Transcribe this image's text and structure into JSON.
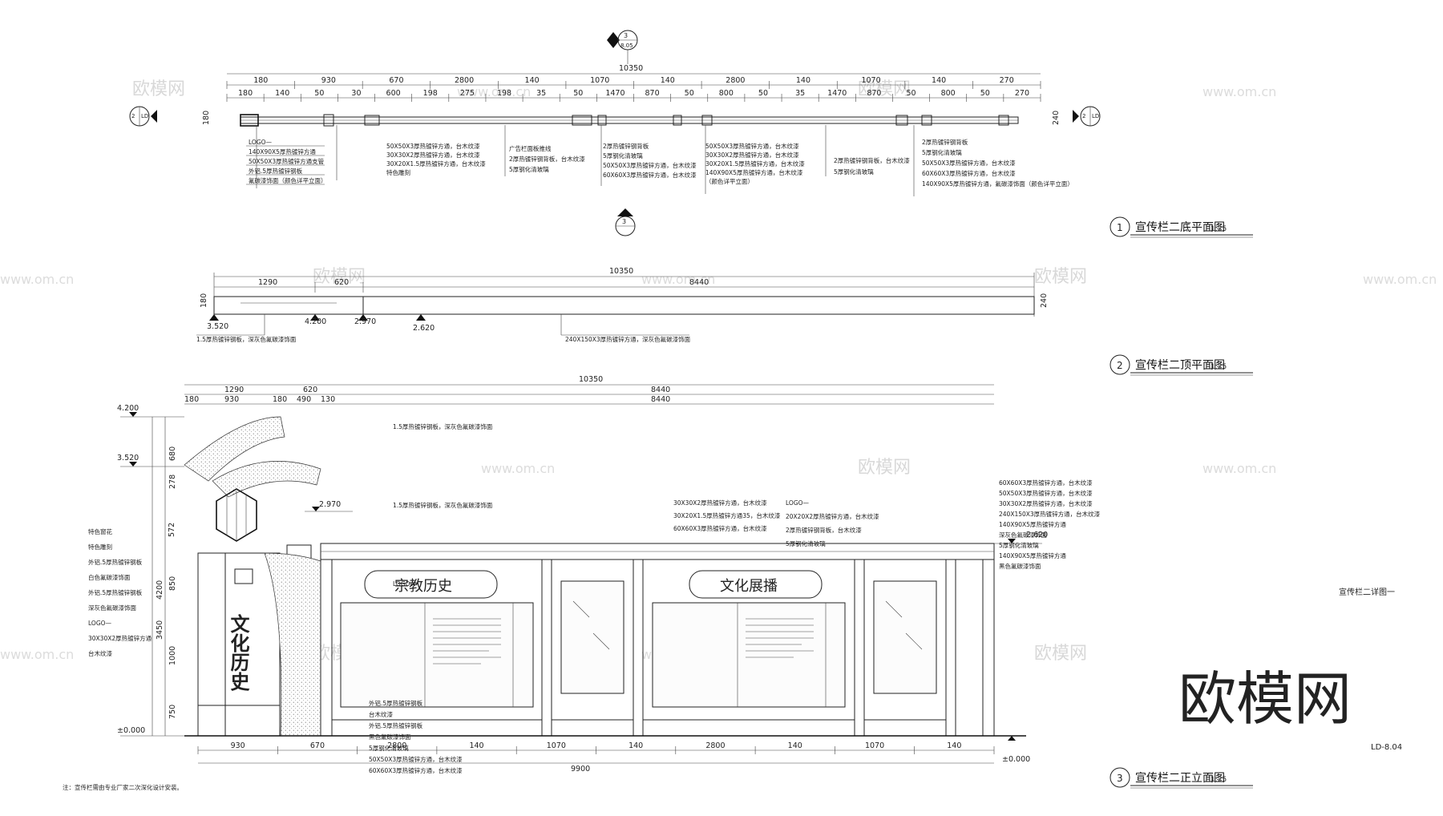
{
  "plan_bottom": {
    "title": "宣传栏二底平面图",
    "index": "1",
    "scale": "1:25",
    "overall": "10350",
    "dims_row1": [
      "180",
      "930",
      "670",
      "2800",
      "140",
      "1070",
      "140",
      "2800",
      "140",
      "1070",
      "140",
      "270"
    ],
    "dims_row2": [
      "180",
      "140",
      "50",
      "30",
      "600",
      "198",
      "275",
      "198",
      "35",
      "50",
      "1470",
      "870",
      "50",
      "800",
      "50",
      "35",
      "1470",
      "870",
      "50",
      "800",
      "50",
      "270"
    ],
    "notes_left": [
      "LOGO—",
      "140X90X5厚热镀锌方通",
      "50X50X3厚热镀锌方通支管",
      "外铝.5厚热镀锌钢板",
      "氟碳漆饰面（颜色详平立面）"
    ],
    "notes_mid1": [
      "50X50X3厚热镀锌方通，台木纹漆",
      "30X30X2厚热镀锌方通，台木纹漆",
      "30X20X1.5厚热镀锌方通，台木纹漆",
      "特色雕刻"
    ],
    "notes_mid2": [
      "广告栏面板推线",
      "2厚热镀锌钢背板，台木纹漆",
      "5厚钢化清玻璃"
    ],
    "notes_mid3": [
      "2厚热镀锌钢背板",
      "5厚钢化清玻璃",
      "50X50X3厚热镀锌方通，台木纹漆",
      "60X60X3厚热镀锌方通，台木纹漆"
    ],
    "notes_mid4": [
      "50X50X3厚热镀锌方通，台木纹漆",
      "30X30X2厚热镀锌方通，台木纹漆",
      "30X20X1.5厚热镀锌方通，台木纹漆",
      "140X90X5厚热镀锌方通，台木纹漆",
      "（颜色详平立面）"
    ],
    "notes_mid5": [
      "2厚热镀锌钢背板，台木纹漆",
      "5厚钢化清玻璃"
    ],
    "notes_right": [
      "2厚热镀锌钢背板",
      "5厚钢化清玻璃",
      "50X50X3厚热镀锌方通，台木纹漆",
      "60X60X3厚热镀锌方通，台木纹漆",
      "140X90X5厚热镀锌方通，氟碳漆饰面（颜色详平立面）"
    ]
  },
  "plan_top": {
    "title": "宣传栏二顶平面图",
    "index": "2",
    "scale": "1:25",
    "overall": "10350",
    "dims": [
      "1290",
      "620",
      "8440"
    ],
    "levels": [
      "3.520",
      "4.200",
      "2.970",
      "2.620"
    ],
    "notes": [
      "1.5厚热镀锌钢板，深灰色氟碳漆饰面",
      "240X150X3厚热镀锌方通，深灰色氟碳漆饰面"
    ]
  },
  "elevation": {
    "title": "宣传栏二正立面图",
    "index": "3",
    "scale": "1:25",
    "detail_label": "宣传栏二详图一",
    "overall": "10350",
    "dims_top1": [
      "1290",
      "620",
      "8440"
    ],
    "dims_top2": [
      "180",
      "930",
      "180",
      "490",
      "130",
      "8440"
    ],
    "dims_bottom": [
      "930",
      "670",
      "2800",
      "140",
      "1070",
      "140",
      "2800",
      "140",
      "1070",
      "140"
    ],
    "dims_bottom_total": "9900",
    "levels": [
      "4.200",
      "3.520",
      "2.970",
      "2.620",
      "±0.000",
      "±0.000"
    ],
    "vertical_dims": [
      "680",
      "278",
      "572",
      "850",
      "1000",
      "750",
      "4200",
      "3450"
    ],
    "panel_words_1": "宗教历史",
    "panel_words_2": "文化展播",
    "column_words": "文化历史",
    "notes_left": [
      "特色窗花",
      "特色雕刻",
      "外铝.5厚热镀锌钢板",
      "白色氟碳漆饰面",
      "外铝.5厚热镀锌钢板",
      "深灰色氟碳漆饰面",
      "LOGO—",
      "30X30X2厚热镀锌方通",
      "台木纹漆"
    ],
    "notes_top": [
      "1.5厚热镀锌钢板，深灰色氟碳漆饰面",
      "1.5厚热镀锌钢板，深灰色氟碳漆饰面",
      "LOGO—"
    ],
    "notes_mid": [
      "30X30X2厚热镀锌方通，台木纹漆",
      "30X20X1.5厚热镀锌方通35，台木纹漆",
      "60X60X3厚热镀锌方通，台木纹漆"
    ],
    "notes_mid2": [
      "LOGO—",
      "20X20X2厚热镀锌方通，台木纹漆",
      "2厚热镀锌钢背板，台木纹漆",
      "5厚钢化清玻璃"
    ],
    "notes_right": [
      "60X60X3厚热镀锌方通，台木纹漆",
      "50X50X3厚热镀锌方通，台木纹漆",
      "30X30X2厚热镀锌方通，台木纹漆",
      "240X150X3厚热镀锌方通，台木纹漆",
      "140X90X5厚热镀锌方通",
      "深灰色氟碳漆饰面",
      "5厚钢化清玻璃",
      "140X90X5厚热镀锌方通",
      "黑色氟碳漆饰面"
    ],
    "notes_bottom": [
      "外铝.5厚热镀锌钢板",
      "台木纹漆",
      "外铝.5厚热镀锌钢板",
      "黑色氟碳漆饰面",
      "5厚钢化清玻璃",
      "50X50X3厚热镀锌方通，台木纹漆",
      "60X60X3厚热镀锌方通，台木纹漆"
    ],
    "footnote": "注：宣传栏需由专业厂家二次深化设计安装。"
  },
  "sheet": {
    "code": "LD-8.04",
    "watermark": "欧模网",
    "watermark_url": "www.om.cn",
    "section_marks": [
      "1",
      "2",
      "3"
    ],
    "section_refs": [
      "LD",
      "8.05"
    ]
  }
}
